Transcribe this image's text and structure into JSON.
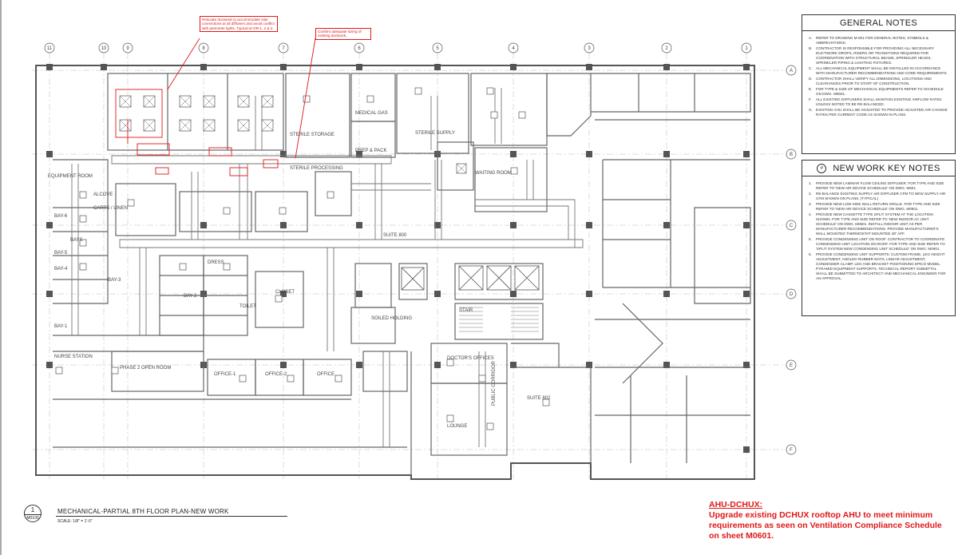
{
  "general_notes": {
    "title": "GENERAL NOTES",
    "items": [
      {
        "key": "A.",
        "text": "REFER TO DRAWING M-001 FOR GENERAL NOTES, SYMBOLS & ABBREVIATIONS."
      },
      {
        "key": "B.",
        "text": "CONTRACTOR IS RESPONSIBLE FOR PROVIDING ALL NECESSARY DUCTWORK DROPS, RISERS OR TRANSITIONS REQUIRED FOR COORDINATION WITH STRUCTURAL BEAMS, SPRINKLER HEADS, SPRINKLER PIPING & LIGHTING FIXTURES."
      },
      {
        "key": "C.",
        "text": "ALL MECHANICAL EQUIPMENT SHALL BE INSTALLED IN ACCORDANCE WITH MANUFACTURER RECOMMENDATIONS AND CODE REQUIREMENTS."
      },
      {
        "key": "D.",
        "text": "CONTRACTOR SHALL VERIFY ALL DIMENSIONS, LOCATIONS AND CLEARANCES PRIOR TO START OF CONSTRUCTION."
      },
      {
        "key": "E.",
        "text": "FOR TYPE & SIZE OF MECHANICAL EQUIPMENTS REFER TO SCHEDULE ON DWG. M0601."
      },
      {
        "key": "F.",
        "text": "ALL EXISTING DIFFUSERS SHALL MAINTAIN EXISTING AIRFLOW RATES UNLESS NOTED TO BE RE-BALANCED."
      },
      {
        "key": "G.",
        "text": "EXISTING AHU SHALL BE ADJUSTED TO PROVIDE ADJUSTED AIR CHANGE RATES PER CURRENT CODE AS SHOWN IN PLANS."
      }
    ]
  },
  "key_notes": {
    "icon_text": "#",
    "title": "NEW WORK KEY NOTES",
    "items": [
      {
        "key": "1.",
        "text": "PROVIDE NEW LAMINAR FLOW CEILING DIFFUSER. FOR TYPE AND SIZE REFER TO 'NEW AIR DEVICE SCHEDULE' ON DWG. M601."
      },
      {
        "key": "2.",
        "text": "RE-BALANCE EXISTING SUPPLY AIR DIFFUSER CFM TO NEW SUPPLY AIR CFM SHOWN ON PLANS. (TYPICAL)"
      },
      {
        "key": "3.",
        "text": "PROVIDE NEW LOW SIDE WALL RETURN GRILLE. FOR TYPE AND SIZE REFER TO 'NEW AIR DEVICE SCHEDULE' ON DWG. M0601."
      },
      {
        "key": "4.",
        "text": "PROVIDE NEW CASSETTE TYPE SPLIT SYSTEM AT THE LOCATION SHOWN. FOR TYPE AND SIZE REFER TO 'NEW INDOOR AC UNIT SCHEDULE' ON DWG. M0601. INSTALL INDOOR UNIT AS PER MANUFACTURER RECOMMENDATIONS. PROVIDE MANUFACTURER'S WALL MOUNTED THERMOSTAT MOUNTED 48\" AFF."
      },
      {
        "key": "5.",
        "text": "PROVIDE CONDENSING UNIT ON ROOF. CONTRACTOR TO COORDINATE CONDENSING UNIT LOCATION ON ROOF. FOR TYPE AND SIZE REFER TO 'SPLIT SYSTEM NEW CONDENSING UNIT SCHEDULE' ON DWG. M0601."
      },
      {
        "key": "6.",
        "text": "PROVIDE CONDENSING UNIT SUPPORTS: CUSTOM FRAME, LEG HEIGHT ADJUSTMENT, ANGLED RUBBER MATS, LINEAR ADJUSTMENT, CONDENSER CLAMP, LEG AND BRACKET POSITIONING EPICO MODEL PYRAMID EQUIPMENT SUPPORTS. TECHNICAL REPORT SUBMITTAL SHALL BE SUBMITTED TO ARCHITECT AND MECHANICAL ENGINEER FOR AN APPROVAL."
      }
    ]
  },
  "title_block": {
    "number": "1",
    "sheet": "M0100",
    "title": "MECHANICAL-PARTIAL 8TH FLOOR PLAN-NEW WORK",
    "scale": "SCALE: 1/8\" = 1'-0\""
  },
  "callout": {
    "heading": "AHU-DCHUX:",
    "body": "Upgrade existing DCHUX rooftop AHU to meet minimum requirements as seen on Ventilation Compliance Schedule on sheet M0601."
  },
  "redline_notes": [
    "Relocate ductwork to accommodate side connections at all diffusers and avoid conflict with perimeter lights. Typical at OR-1, 2 & 3.",
    "Confirm adequate sizing of existing ductwork."
  ],
  "grid": {
    "columns": [
      "11",
      "10",
      "9",
      "8",
      "7",
      "6",
      "5",
      "4",
      "3",
      "2",
      "1"
    ],
    "rows": [
      "A",
      "B",
      "C",
      "D",
      "E",
      "F"
    ]
  },
  "room_labels": [
    "MEDICAL GAS",
    "STERILE SUPPLY",
    "STERILE STORAGE",
    "PREP & PACK",
    "STERILE PROCESSING",
    "EQUIPMENT ROOM",
    "ALCOVE",
    "CARTS / LINEN",
    "BAY-6",
    "BAYS",
    "BAY-5",
    "BAY-4",
    "BAY-3",
    "BAY-2",
    "BAY-1",
    "DRESS",
    "TOILET",
    "CLOSET",
    "SUITE 800",
    "STAIR",
    "SOILED HOLDING",
    "NURSE STATION",
    "OFFICE-1",
    "OFFICE-2",
    "OFFICE",
    "LOUNGE",
    "SUITE 802",
    "PUBLIC CORRIDOR",
    "PHASE 2 OPEN ROOM",
    "WAITING ROOM",
    "DOCTOR'S OFFICES"
  ],
  "colors": {
    "line": "#555555",
    "light_line": "#9a9a9a",
    "red": "#e01818"
  }
}
